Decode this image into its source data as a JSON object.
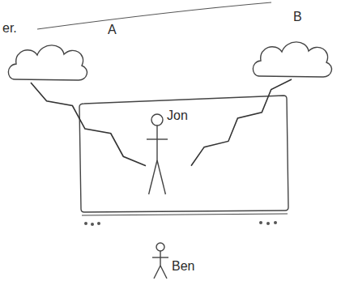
{
  "diagram": {
    "nodes": [
      {
        "text": [
          "A"
        ]
      },
      {
        "text": [
          "B"
        ]
      },
      {
        "text": [
          "Jon"
        ]
      },
      {
        "text": [
          "Ben"
        ]
      }
    ],
    "edges": [
      {
        "from": 0,
        "to": 2,
        "arrow": "none"
      },
      {
        "from": 1,
        "to": 2,
        "arrow": "none"
      }
    ],
    "labels": [
      "er."
    ]
  }
}
